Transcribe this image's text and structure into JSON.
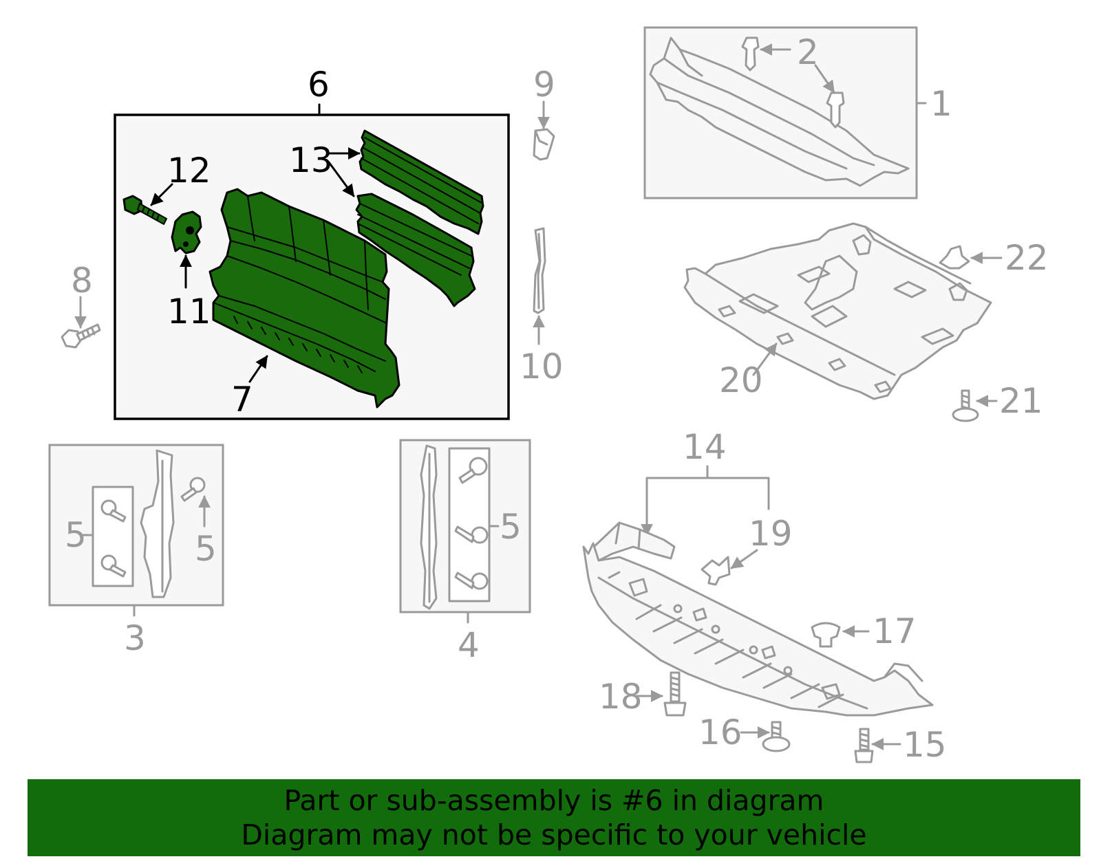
{
  "callouts": {
    "c1": "1",
    "c2": "2",
    "c3": "3",
    "c4": "4",
    "c5a": "5",
    "c5b": "5",
    "c5c": "5",
    "c6": "6",
    "c7": "7",
    "c8": "8",
    "c9": "9",
    "c10": "10",
    "c11": "11",
    "c12": "12",
    "c13": "13",
    "c14": "14",
    "c15": "15",
    "c16": "16",
    "c17": "17",
    "c18": "18",
    "c19": "19",
    "c20": "20",
    "c21": "21",
    "c22": "22"
  },
  "banner": {
    "line1": "Part or sub-assembly is #6 in diagram",
    "line2": "Diagram may not be specific to your vehicle"
  },
  "colors": {
    "highlight": "#1a6b0c",
    "banner": "#126c0b",
    "other_parts": "#9a9a9a"
  }
}
